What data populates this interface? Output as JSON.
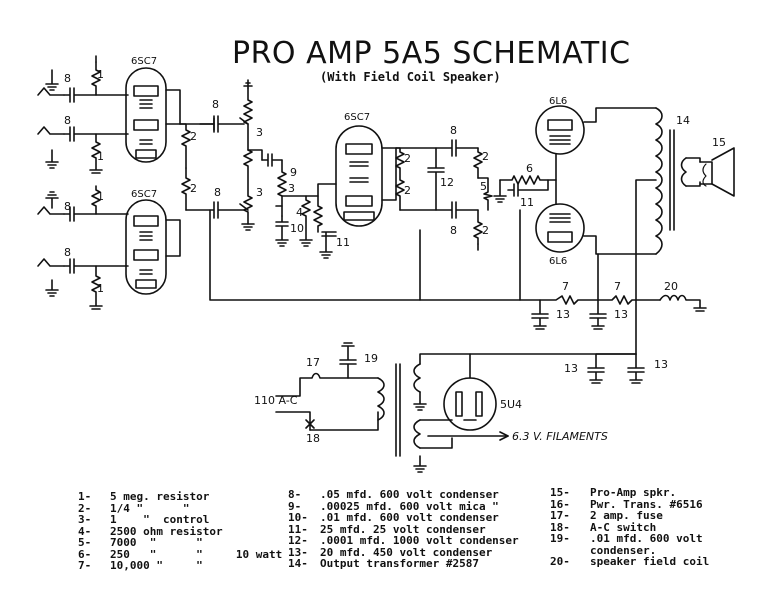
{
  "title": "PRO AMP 5A5 SCHEMATIC",
  "subtitle": "(With Field Coil Speaker)",
  "labels": {
    "tube_6sc7_top": "6SC7",
    "tube_6sc7_bottom": "6SC7",
    "tube_6sc7_driver": "6SC7",
    "tube_6l6_top": "6L6",
    "tube_6l6_bottom": "6L6",
    "tube_5u4": "5U4",
    "ac_input": "110 A-C",
    "filaments": "6.3 V. FILAMENTS"
  },
  "part_numbers": {
    "c8_in_a": "8",
    "c8_in_b": "8",
    "c8_in_c": "8",
    "c8_in_d": "8",
    "r1_a": "1",
    "r1_b": "1",
    "r1_c": "1",
    "r1_d": "1",
    "c8_couple_a": "8",
    "c8_couple_b": "8",
    "r2_a": "2",
    "r2_b": "2",
    "r3_a": "3",
    "r3_b": "3",
    "r3_c": "3",
    "c9": "9",
    "r4": "4",
    "c10": "10",
    "c11": "11",
    "r2_c": "2",
    "r2_d": "2",
    "c8_c": "8",
    "c12": "12",
    "r2_e": "2",
    "r5": "5",
    "r6": "6",
    "c11_b": "11",
    "c8_d": "8",
    "r2_f": "2",
    "t14": "14",
    "spk15": "15",
    "r7_a": "7",
    "r7_b": "7",
    "coil20": "20",
    "c13_a": "13",
    "c13_b": "13",
    "c13_c": "13",
    "c13_d": "13",
    "fuse17": "17",
    "c19": "19",
    "sw18": "18"
  },
  "legend_col1": [
    {
      "num": "1-",
      "text": "5 meg. resistor"
    },
    {
      "num": "2-",
      "text": "1/4 \"      \""
    },
    {
      "num": "3-",
      "text": "1    \"  control"
    },
    {
      "num": "4-",
      "text": "2500 ohm resistor"
    },
    {
      "num": "5-",
      "text": "7000  \"      \""
    },
    {
      "num": "6-",
      "text": "250   \"      \"     10 watt"
    },
    {
      "num": "7-",
      "text": "10,000 \"     \""
    }
  ],
  "legend_col2": [
    {
      "num": "8-",
      "text": ".05 mfd. 600 volt condenser"
    },
    {
      "num": "9-",
      "text": ".00025 mfd. 600 volt mica \""
    },
    {
      "num": "10-",
      "text": ".01 mfd. 600 volt condenser"
    },
    {
      "num": "11-",
      "text": "25 mfd. 25 volt condenser"
    },
    {
      "num": "12-",
      "text": ".0001 mfd. 1000 volt condenser"
    },
    {
      "num": "13-",
      "text": "20 mfd. 450 volt condenser"
    },
    {
      "num": "14-",
      "text": "Output transformer #2587"
    }
  ],
  "legend_col3": [
    {
      "num": "15-",
      "text": "Pro-Amp spkr."
    },
    {
      "num": "16-",
      "text": "Pwr. Trans. #6516"
    },
    {
      "num": "17-",
      "text": "2 amp. fuse"
    },
    {
      "num": "18-",
      "text": "A-C switch"
    },
    {
      "num": "19-",
      "text": ".01 mfd. 600 volt"
    },
    {
      "num": "",
      "text": "condenser."
    },
    {
      "num": "20-",
      "text": "speaker field coil"
    }
  ]
}
